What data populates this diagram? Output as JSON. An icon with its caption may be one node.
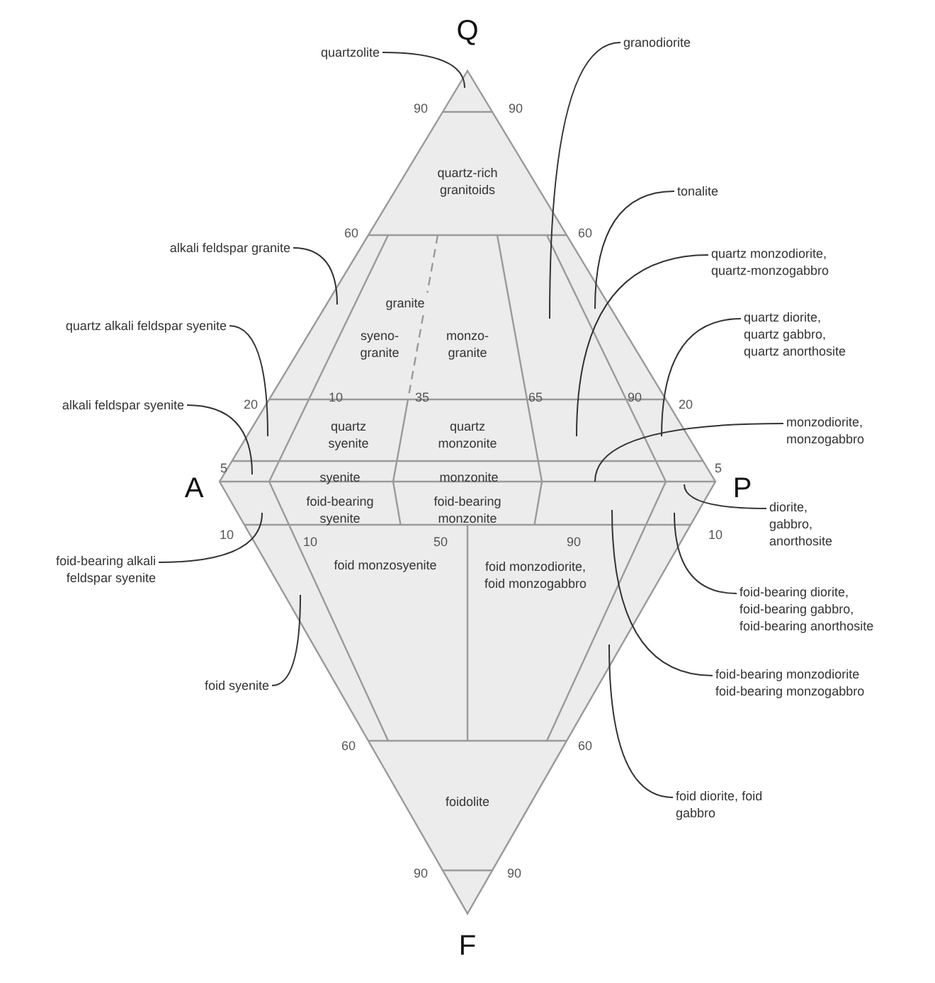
{
  "diagram": {
    "nodes": [
      {
        "text": [
          "quartzolite"
        ]
      },
      {
        "text": [
          "granodiorite"
        ]
      },
      {
        "text": [
          "tonalite"
        ]
      },
      {
        "text": [
          "alkali feldspar granite"
        ]
      },
      {
        "text": [
          "quartz monzodiorite, quartz-monzogabbro"
        ]
      },
      {
        "text": [
          "quartz alkali feldspar syenite"
        ]
      },
      {
        "text": [
          "quartz diorite, quartz gabbro, quartz anorthosite"
        ]
      },
      {
        "text": [
          "alkali feldspar syenite"
        ]
      },
      {
        "text": [
          "monzodiorite, monzogabbro"
        ]
      },
      {
        "text": [
          "diorite, gabbro, anorthosite"
        ]
      },
      {
        "text": [
          "foid-bearing alkali feldspar syenite"
        ]
      },
      {
        "text": [
          "foid-bearing diorite, foid-bearing gabbro, foid-bearing anorthosite"
        ]
      },
      {
        "text": [
          "foid syenite"
        ]
      },
      {
        "text": [
          "foid-bearing monzodiorite foid-bearing monzogabbro"
        ]
      },
      {
        "text": [
          "foid diorite, foid gabbro"
        ]
      }
    ],
    "edges": [
      {
        "from": 0,
        "to": null,
        "arrow": "none"
      },
      {
        "from": 1,
        "to": null,
        "arrow": "none"
      },
      {
        "from": 2,
        "to": null,
        "arrow": "none"
      },
      {
        "from": 3,
        "to": null,
        "arrow": "none"
      },
      {
        "from": 4,
        "to": null,
        "arrow": "none"
      },
      {
        "from": 5,
        "to": null,
        "arrow": "none"
      },
      {
        "from": 6,
        "to": null,
        "arrow": "none"
      },
      {
        "from": 7,
        "to": null,
        "arrow": "none"
      },
      {
        "from": 8,
        "to": null,
        "arrow": "none"
      },
      {
        "from": 9,
        "to": null,
        "arrow": "none"
      },
      {
        "from": 10,
        "to": null,
        "arrow": "none"
      },
      {
        "from": 11,
        "to": null,
        "arrow": "none"
      },
      {
        "from": 12,
        "to": null,
        "arrow": "none"
      },
      {
        "from": 13,
        "to": null,
        "arrow": "none"
      },
      {
        "from": 14,
        "to": null,
        "arrow": "none"
      }
    ],
    "labels": [
      "Q",
      "90",
      "90",
      "quartz-rich granitoids",
      "60",
      "60",
      "granite",
      "syeno-granite",
      "monzo-granite",
      "20",
      "10",
      "35",
      "65",
      "90",
      "20",
      "quartz syenite",
      "quartz monzonite",
      "5",
      "A",
      "syenite",
      "monzonite",
      "5",
      "P",
      "foid-bearing syenite",
      "foid-bearing monzonite",
      "10",
      "10",
      "50",
      "90",
      "10",
      "foid monzosyenite",
      "foid monzodiorite, foid monzogabbro",
      "60",
      "60",
      "foidolite",
      "90",
      "90",
      "F"
    ]
  }
}
